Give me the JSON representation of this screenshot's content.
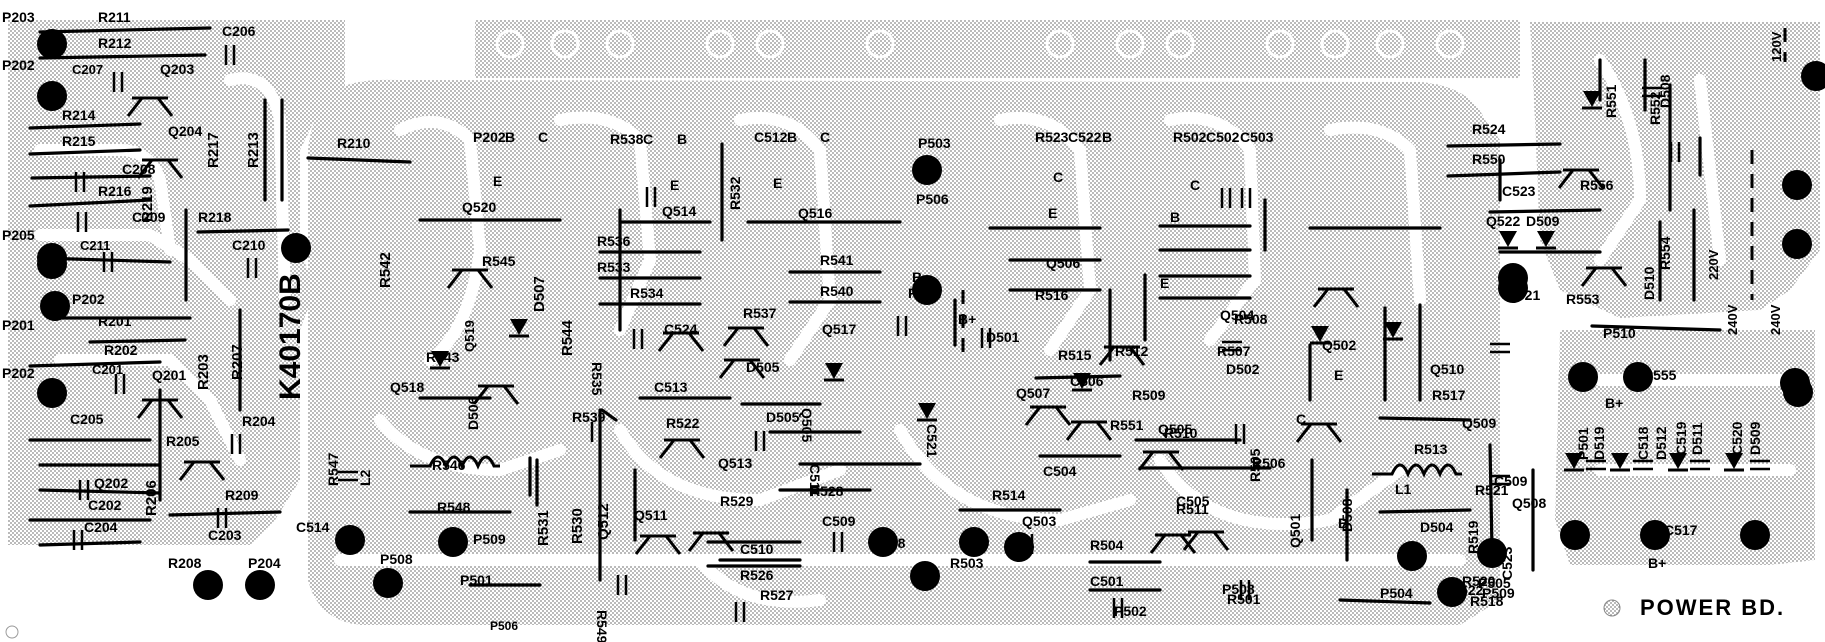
{
  "board": {
    "title": "POWER BD.",
    "part_number": "K40170B",
    "voltage_taps": [
      "120V",
      "220V",
      "240V",
      "240V"
    ]
  },
  "labels": [
    "P203",
    "R211",
    "C206",
    "R212",
    "P202",
    "C207",
    "Q203",
    "R214",
    "Q204",
    "R215",
    "R217",
    "R213",
    "R210",
    "C208",
    "R216",
    "C209",
    "R218",
    "R219",
    "P205",
    "C211",
    "C210",
    "P202",
    "R201",
    "P201",
    "R202",
    "R203",
    "R207",
    "P202",
    "C201",
    "Q201",
    "R204",
    "C205",
    "R205",
    "Q202",
    "C202",
    "R206",
    "R209",
    "C204",
    "C203",
    "R208",
    "P204",
    "P202",
    "B",
    "C",
    "E",
    "Q520",
    "R542",
    "R545",
    "Q519",
    "D507",
    "R544",
    "R543",
    "D506",
    "Q518",
    "R538",
    "C",
    "B",
    "E",
    "Q514",
    "R532",
    "R536",
    "R533",
    "R534",
    "R535",
    "C524",
    "C513",
    "R539",
    "C512",
    "B",
    "C",
    "E",
    "Q516",
    "R541",
    "R540",
    "R537",
    "Q517",
    "D505",
    "Q505",
    "D505",
    "R522",
    "Q513",
    "C511",
    "R528",
    "R529",
    "Q511",
    "Q512",
    "R530",
    "R531",
    "R548",
    "R546",
    "L2",
    "R547",
    "C514",
    "P508",
    "P509",
    "P501",
    "R549",
    "C510",
    "R526",
    "R527",
    "C509",
    "C508",
    "P503",
    "P506",
    "B-",
    "P501",
    "B+",
    "C521",
    "D501",
    "R523",
    "C522",
    "B",
    "C",
    "E",
    "Q506",
    "R516",
    "R515",
    "R512",
    "D502",
    "Q507",
    "C506",
    "R551",
    "Q505",
    "C504",
    "R514",
    "Q503",
    "R503",
    "R504",
    "C501",
    "P502",
    "P508",
    "R501",
    "R502",
    "C502",
    "C503",
    "C",
    "B",
    "E",
    "Q504",
    "R507",
    "R508",
    "R509",
    "R510",
    "R511",
    "C505",
    "Q501",
    "Q502",
    "R505",
    "R506",
    "B",
    "C",
    "E",
    "Q510",
    "R517",
    "Q509",
    "D508",
    "D504",
    "R519",
    "R518",
    "R520",
    "C523",
    "Q508",
    "R513",
    "L1",
    "R521",
    "C509",
    "R522",
    "P504",
    "P509",
    "P505",
    "R524",
    "R550",
    "R551",
    "R552",
    "D508",
    "C523",
    "R556",
    "Q522",
    "D509",
    "D510",
    "R554",
    "R553",
    "Q521",
    "P510",
    "R555",
    "B+",
    "P501",
    "D519",
    "C518",
    "D512",
    "C519",
    "D511",
    "C520",
    "D509",
    "C517",
    "B+",
    "P506"
  ]
}
